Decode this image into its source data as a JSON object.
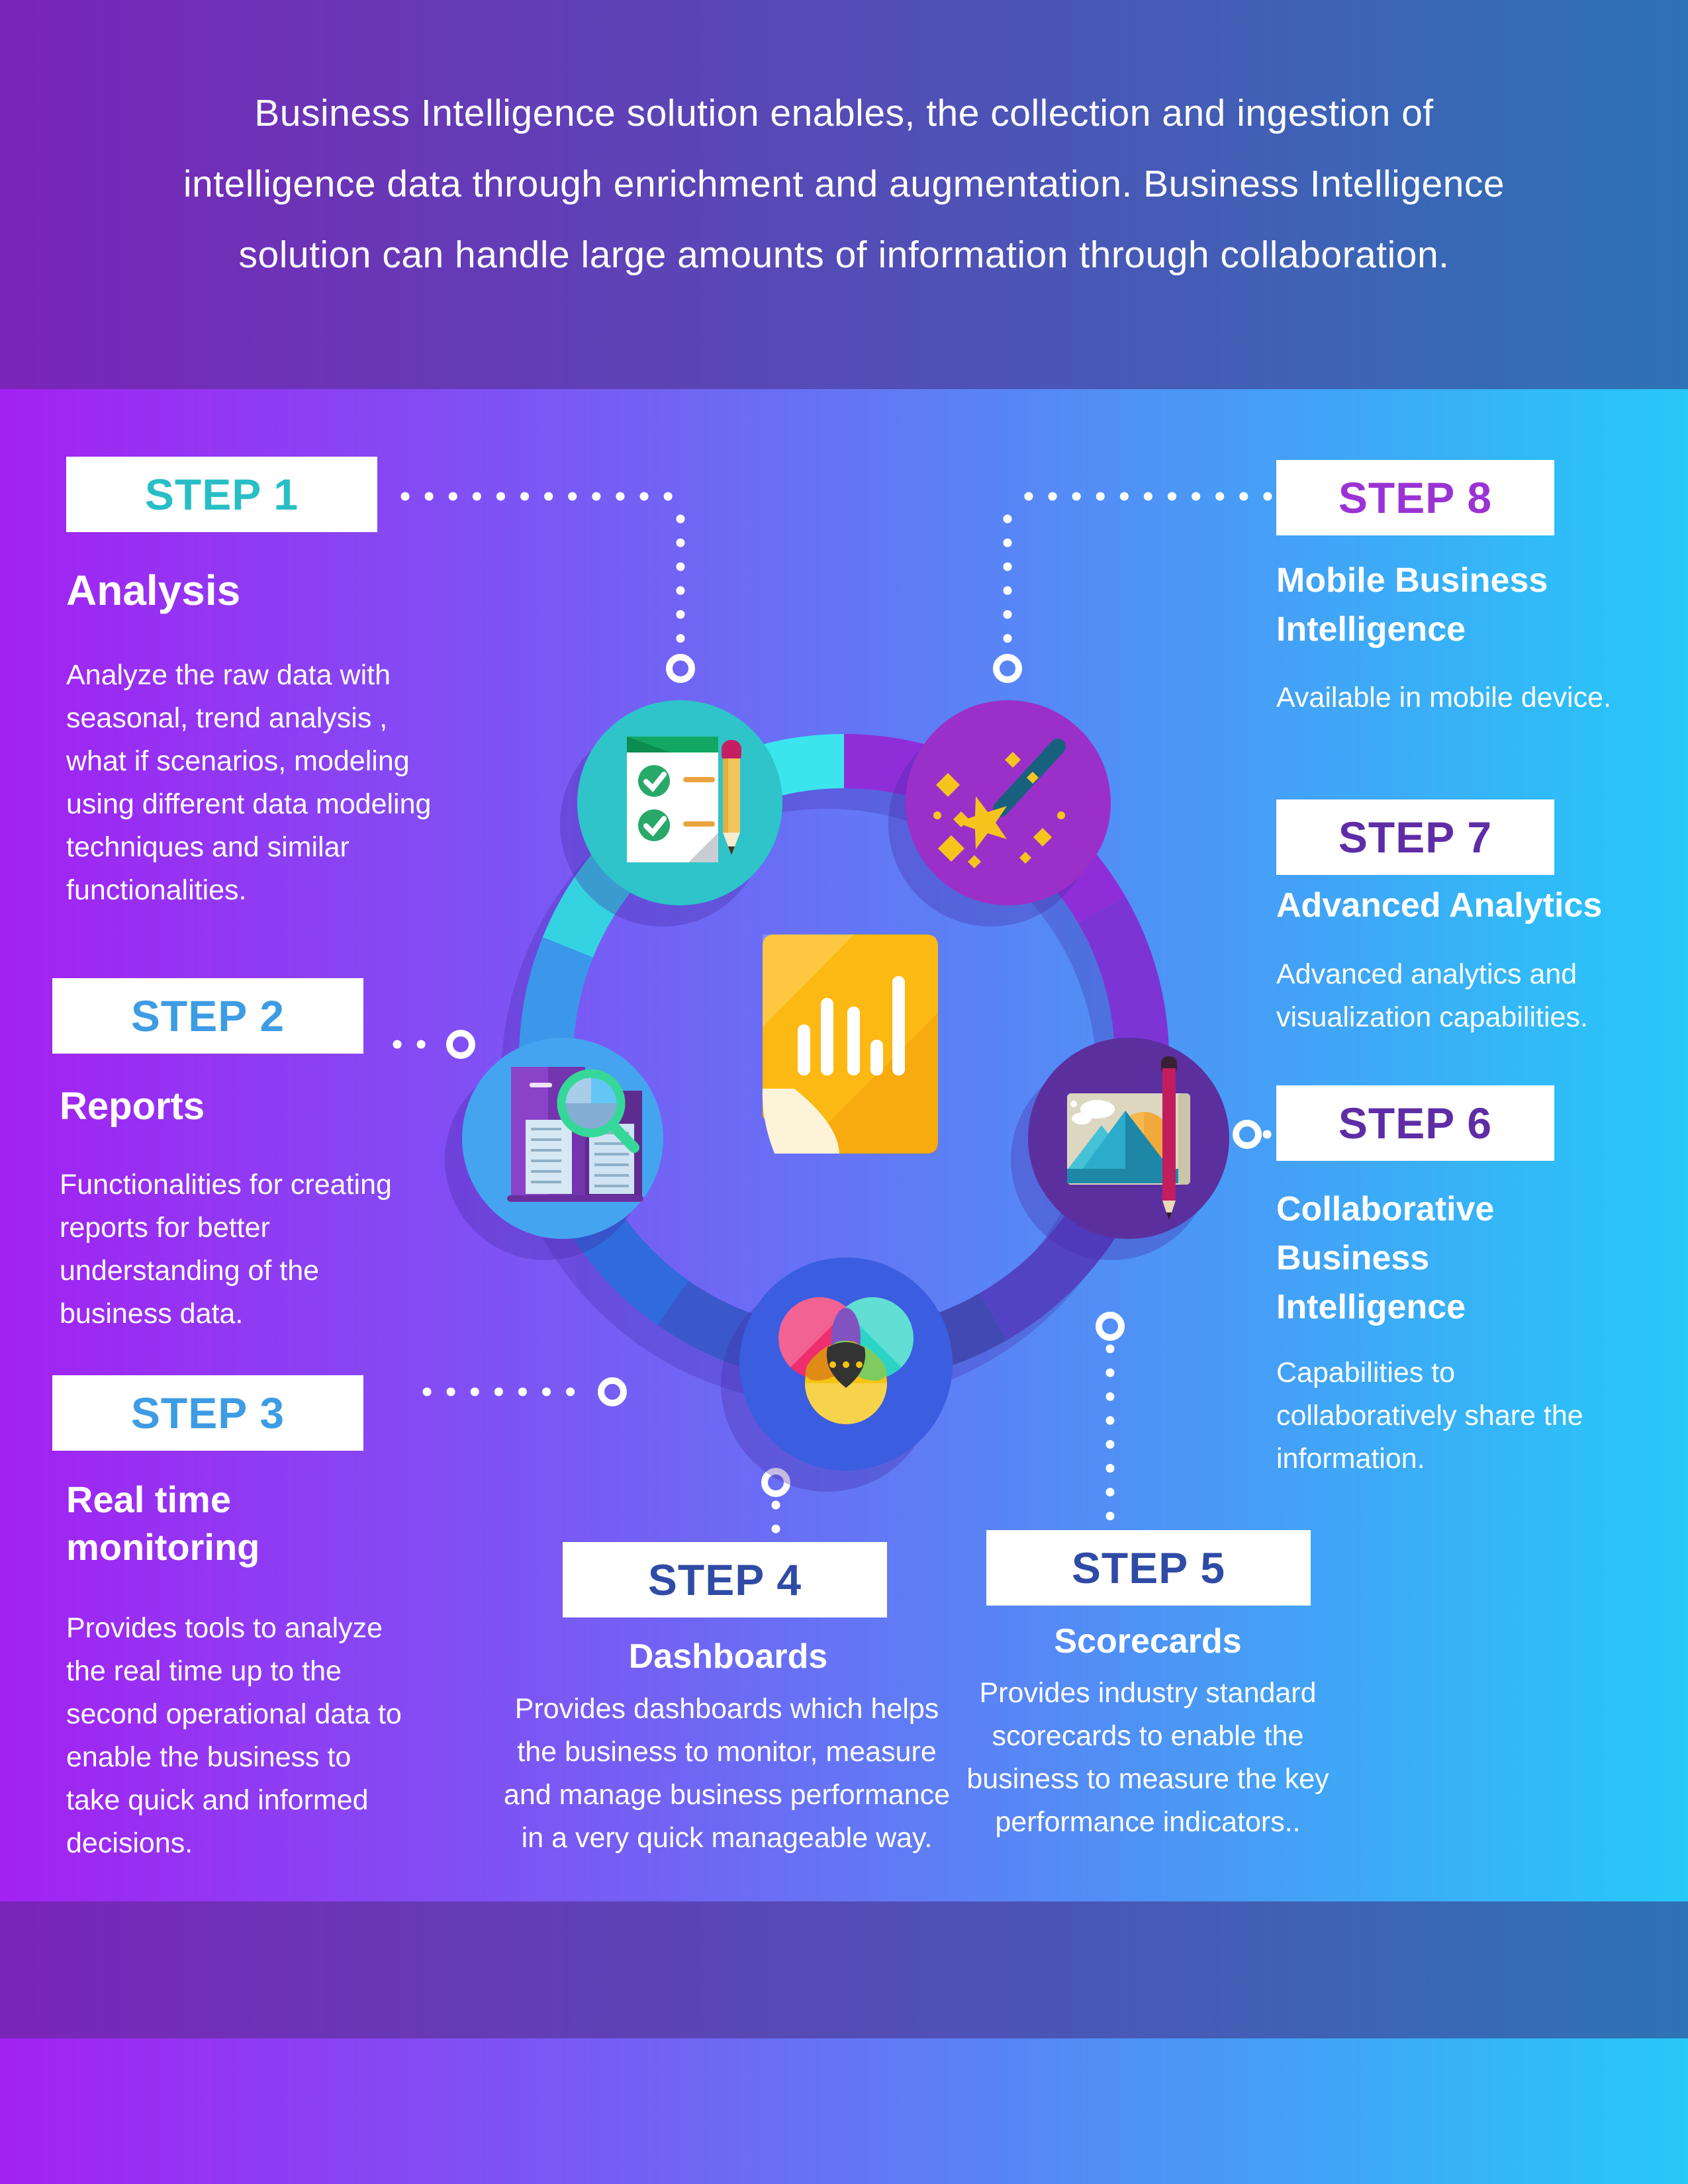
{
  "header": {
    "text": "Business Intelligence solution enables, the collection and ingestion of\nintelligence data through enrichment and augmentation. Business Intelligence\nsolution can handle large amounts of information through collaboration."
  },
  "palette": {
    "body_gradient_left": "#a321f2",
    "body_gradient_right": "#26c9f8",
    "band_gradient_left": "#7a25b7",
    "band_gradient_right": "#2e73b5",
    "step_box_bg": "#ffffff",
    "text_color": "#ffffff"
  },
  "steps": [
    {
      "label": "STEP 1",
      "label_color": "#29bec6",
      "title": "Analysis",
      "description": "Analyze the raw data with\nseasonal, trend analysis ,\nwhat if scenarios, modeling\nusing different data modeling\ntechniques and similar\nfunctionalities."
    },
    {
      "label": "STEP 2",
      "label_color": "#3e9ce4",
      "title": "Reports",
      "description": "Functionalities for creating\nreports for better\nunderstanding of the\nbusiness data."
    },
    {
      "label": "STEP 3",
      "label_color": "#3e9ce4",
      "title": "Real time\nmonitoring",
      "description": "Provides tools to analyze\nthe real time up to the\nsecond operational data to\nenable the business to\ntake quick and informed\ndecisions."
    },
    {
      "label": "STEP 4",
      "label_color": "#2f4ba5",
      "title": "Dashboards",
      "description": "Provides dashboards which helps\nthe business to monitor, measure\nand manage business performance\nin a very quick manageable way."
    },
    {
      "label": "STEP 5",
      "label_color": "#2f4ba5",
      "title": "Scorecards",
      "description": "Provides industry standard\nscorecards to enable the\nbusiness to measure the key\nperformance indicators.."
    },
    {
      "label": "STEP 6",
      "label_color": "#5e2da6",
      "title": "Collaborative\nBusiness\nIntelligence",
      "description": "Capabilities to\ncollaboratively share the\ninformation."
    },
    {
      "label": "STEP 7",
      "label_color": "#5e2da6",
      "title": "Advanced Analytics",
      "description": "Advanced analytics and\nvisualization capabilities."
    },
    {
      "label": "STEP 8",
      "label_color": "#9b33d4",
      "title": "Mobile Business\nIntelligence",
      "description": "Available in mobile device."
    }
  ],
  "diagram": {
    "center_icon": "bar-chart-document-icon",
    "doc_color": "#fdb913",
    "bar_values": [
      75,
      115,
      102,
      52,
      148
    ],
    "ring_segments": [
      "#8f2ed8",
      "#7c35d4",
      "#5243c4",
      "#4149b2",
      "#3a58cc",
      "#2f6bdd",
      "#3b97ea",
      "#35d2e2",
      "#3ce4ee"
    ],
    "icons": [
      {
        "name": "checklist-icon",
        "circle_color": "#2ec4c9"
      },
      {
        "name": "magic-wand-icon",
        "circle_color": "#9b30c8"
      },
      {
        "name": "document-search-icon",
        "circle_color": "#45a4f0"
      },
      {
        "name": "image-editor-icon",
        "circle_color": "#5c2f9e"
      },
      {
        "name": "venn-diagram-icon",
        "circle_color": "#3b5de0"
      }
    ]
  }
}
